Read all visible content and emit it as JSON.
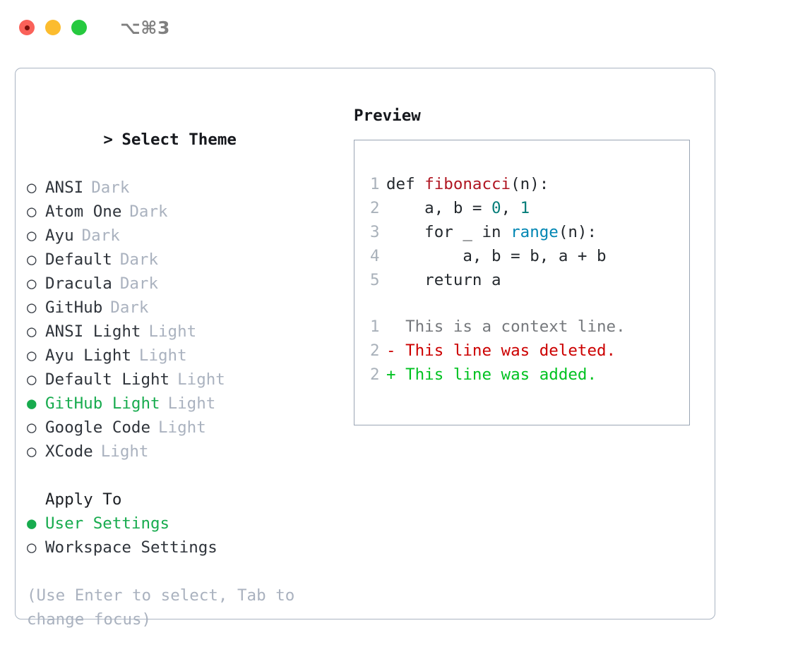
{
  "window": {
    "shortcut": "⌥⌘3",
    "traffic_lights": [
      "close",
      "minimize",
      "zoom"
    ],
    "colors": {
      "close": "#fa6159",
      "minimize": "#fcbc2e",
      "zoom": "#26c93f",
      "panel_border": "#aab4c2",
      "preview_border": "#9aa5b4",
      "accent_green": "#17ab4e",
      "muted": "#aab2bf"
    }
  },
  "theme_selector": {
    "caret": ">",
    "title": "Select Theme",
    "bullet_unselected": "○",
    "bullet_selected": "●",
    "items": [
      {
        "name": "ANSI",
        "kind": "Dark",
        "selected": false
      },
      {
        "name": "Atom One",
        "kind": "Dark",
        "selected": false
      },
      {
        "name": "Ayu",
        "kind": "Dark",
        "selected": false
      },
      {
        "name": "Default",
        "kind": "Dark",
        "selected": false
      },
      {
        "name": "Dracula",
        "kind": "Dark",
        "selected": false
      },
      {
        "name": "GitHub",
        "kind": "Dark",
        "selected": false
      },
      {
        "name": "ANSI Light",
        "kind": "Light",
        "selected": false
      },
      {
        "name": "Ayu Light",
        "kind": "Light",
        "selected": false
      },
      {
        "name": "Default Light",
        "kind": "Light",
        "selected": false
      },
      {
        "name": "GitHub Light",
        "kind": "Light",
        "selected": true
      },
      {
        "name": "Google Code",
        "kind": "Light",
        "selected": false
      },
      {
        "name": "XCode",
        "kind": "Light",
        "selected": false
      }
    ]
  },
  "apply_to": {
    "title": "Apply To",
    "options": [
      {
        "label": "User Settings",
        "selected": true
      },
      {
        "label": "Workspace Settings",
        "selected": false
      }
    ]
  },
  "hint": "(Use Enter to select, Tab to change focus)",
  "preview": {
    "title": "Preview",
    "code_lines": [
      {
        "no": "1",
        "tokens": [
          {
            "t": "def ",
            "c": "plain"
          },
          {
            "t": "fibonacci",
            "c": "fn"
          },
          {
            "t": "(n):",
            "c": "plain"
          }
        ]
      },
      {
        "no": "2",
        "tokens": [
          {
            "t": "    a, b = ",
            "c": "plain"
          },
          {
            "t": "0",
            "c": "num"
          },
          {
            "t": ", ",
            "c": "plain"
          },
          {
            "t": "1",
            "c": "num"
          }
        ]
      },
      {
        "no": "3",
        "tokens": [
          {
            "t": "    for _ in ",
            "c": "plain"
          },
          {
            "t": "range",
            "c": "call"
          },
          {
            "t": "(n):",
            "c": "plain"
          }
        ]
      },
      {
        "no": "4",
        "tokens": [
          {
            "t": "        a, b = b, a + b",
            "c": "plain"
          }
        ]
      },
      {
        "no": "5",
        "tokens": [
          {
            "t": "    return a",
            "c": "plain"
          }
        ]
      }
    ],
    "diff_lines": [
      {
        "no": "1",
        "marker": " ",
        "text": " This is a context line.",
        "kind": "ctx"
      },
      {
        "no": "2",
        "marker": "-",
        "text": " This line was deleted.",
        "kind": "del"
      },
      {
        "no": "2",
        "marker": "+",
        "text": " This line was added.",
        "kind": "add"
      }
    ]
  }
}
